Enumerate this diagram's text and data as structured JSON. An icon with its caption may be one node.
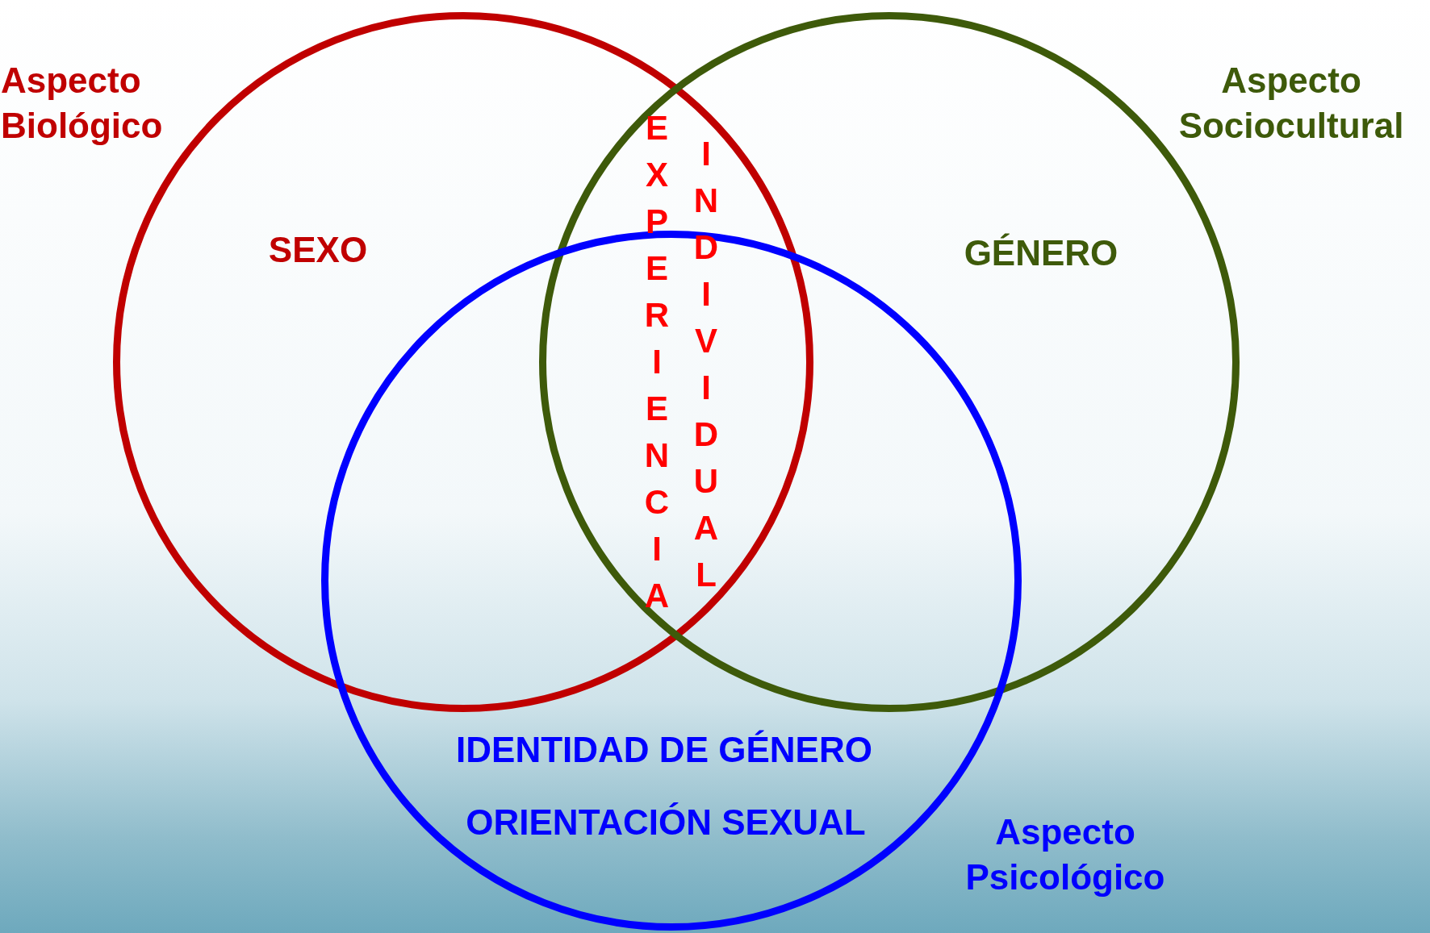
{
  "diagram": {
    "nodes": [
      {
        "text": [
          "Aspecto Biológico",
          "SEXO"
        ]
      },
      {
        "text": [
          "Aspecto Sociocultural",
          "GÉNERO"
        ]
      },
      {
        "text": [
          "IDENTIDAD DE GÉNERO",
          "ORIENTACIÓN SEXUAL",
          "Aspecto Psicológico"
        ]
      }
    ],
    "labels": [
      "EXPERIENCIA",
      "INDIVIDUAL"
    ]
  }
}
